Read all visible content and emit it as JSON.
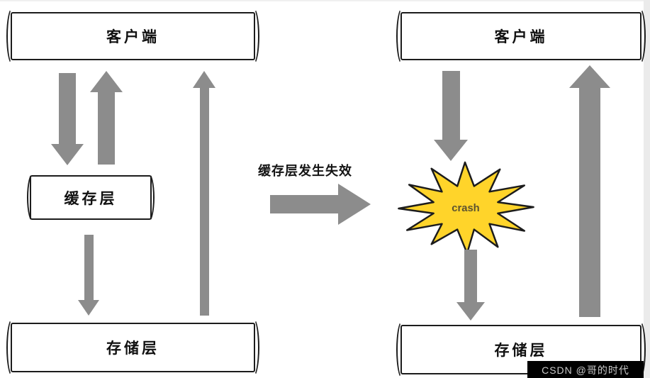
{
  "left": {
    "client_label": "客户端",
    "cache_label": "缓存层",
    "storage_label": "存储层"
  },
  "middle": {
    "caption": "缓存层发生失效"
  },
  "right": {
    "client_label": "客户端",
    "crash_label": "crash",
    "storage_label": "存储层"
  },
  "watermark": {
    "text": "CSDN @哥的时代"
  },
  "colors": {
    "arrow": "#8c8c8c",
    "outline": "#1c1c1c",
    "burst": "#ffd42a",
    "background": "#ffffff"
  }
}
